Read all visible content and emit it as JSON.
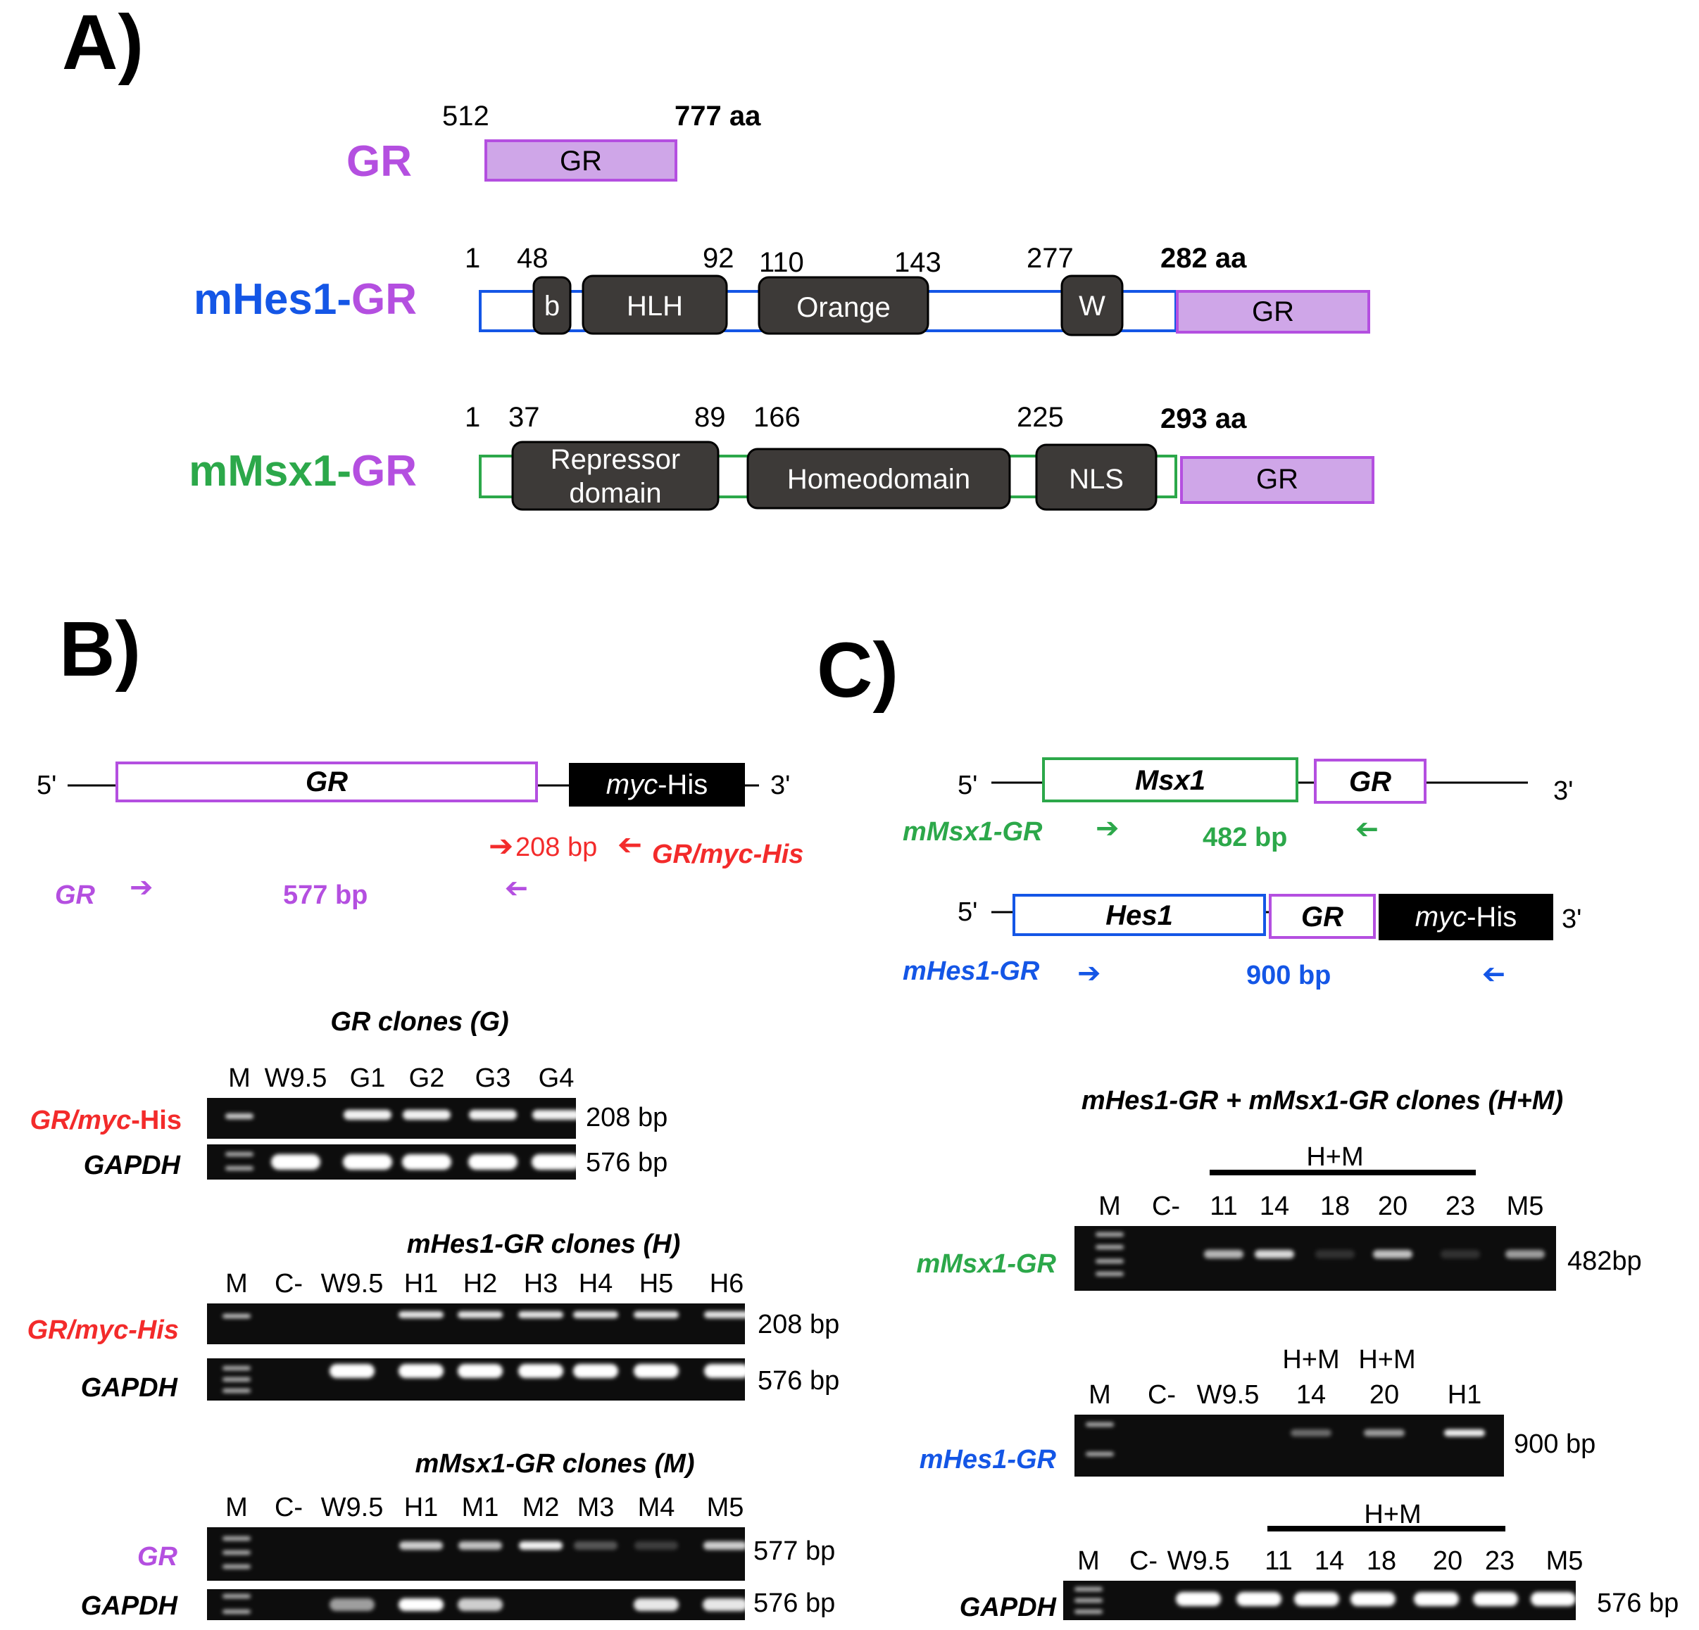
{
  "colors": {
    "gr": "#b44fe0",
    "gr_fill": "#cfa6e8",
    "hes1": "#1456e6",
    "msx1": "#2ca84a",
    "primer_red": "#f32b2b",
    "domain_fill": "#3d3a38",
    "gel": "#0d0d0d"
  },
  "panelA": {
    "label": "A)",
    "gr": {
      "name": "GR",
      "start": "512",
      "end": "777 aa",
      "box": "GR"
    },
    "hes1": {
      "name_prefix": "mHes1-",
      "name_suffix": "GR",
      "numbers": [
        "1",
        "48",
        "92",
        "110",
        "143",
        "277"
      ],
      "end": "282 aa",
      "domains": [
        "b",
        "HLH",
        "Orange",
        "W"
      ],
      "gr_box": "GR"
    },
    "msx1": {
      "name_prefix": "mMsx1-",
      "name_suffix": "GR",
      "numbers": [
        "1",
        "37",
        "89",
        "166",
        "225"
      ],
      "end": "293 aa",
      "domains": [
        "Repressor",
        "domain",
        "Homeodomain",
        "NLS"
      ],
      "gr_box": "GR"
    }
  },
  "panelB": {
    "label": "B)",
    "construct": {
      "five": "5'",
      "three": "3'",
      "gr_box": "GR",
      "tag_italic": "myc",
      "tag_rest": "-His"
    },
    "primers": {
      "red_size": "208 bp",
      "red_name_a": "GR/myc-His",
      "gr_name": "GR",
      "gr_size": "577 bp"
    },
    "gel1": {
      "title": "GR clones (G)",
      "lanes": [
        "M",
        "W9.5",
        "G1",
        "G2",
        "G3",
        "G4"
      ],
      "row1_label": "GR/",
      "row1_label_b": "myc",
      "row1_label_c": "-His",
      "row1_size": "208 bp",
      "row2_label": "GAPDH",
      "row2_size": "576 bp"
    },
    "gel2": {
      "title": "mHes1-GR clones (H)",
      "lanes": [
        "M",
        "C-",
        "W9.5",
        "H1",
        "H2",
        "H3",
        "H4",
        "H5",
        "H6"
      ],
      "row1_label": "GR/myc-His",
      "row1_size": "208 bp",
      "row2_label": "GAPDH",
      "row2_size": "576 bp"
    },
    "gel3": {
      "title": "mMsx1-GR clones (M)",
      "lanes": [
        "M",
        "C-",
        "W9.5",
        "H1",
        "M1",
        "M2",
        "M3",
        "M4",
        "M5"
      ],
      "row1_label": "GR",
      "row1_size": "577 bp",
      "row2_label": "GAPDH",
      "row2_size": "576 bp"
    }
  },
  "panelC": {
    "label": "C)",
    "msx_construct": {
      "five": "5'",
      "three": "3'",
      "box1": "Msx1",
      "box2": "GR",
      "primer_name": "mMsx1-GR",
      "size": "482 bp"
    },
    "hes_construct": {
      "five": "5'",
      "three": "3'",
      "box1": "Hes1",
      "box2": "GR",
      "tag_italic": "myc",
      "tag_rest": "-His",
      "primer_name": "mHes1-GR",
      "size": "900 bp"
    },
    "gel_title": "mHes1-GR + mMsx1-GR clones (H+M)",
    "gel1": {
      "bar_label": "H+M",
      "lanes": [
        "M",
        "C-",
        "11",
        "14",
        "18",
        "20",
        "23",
        "M5"
      ],
      "row_label": "mMsx1-GR",
      "size": "482bp"
    },
    "gel2": {
      "lanes_top": [
        "H+M",
        "H+M"
      ],
      "lanes": [
        "M",
        "C-",
        "W9.5",
        "14",
        "20",
        "H1"
      ],
      "row_label": "mHes1-GR",
      "size": "900 bp"
    },
    "gel3": {
      "bar_label": "H+M",
      "lanes": [
        "M",
        "C-",
        "W9.5",
        "11",
        "14",
        "18",
        "20",
        "23",
        "M5"
      ],
      "row_label": "GAPDH",
      "size": "576 bp"
    }
  }
}
